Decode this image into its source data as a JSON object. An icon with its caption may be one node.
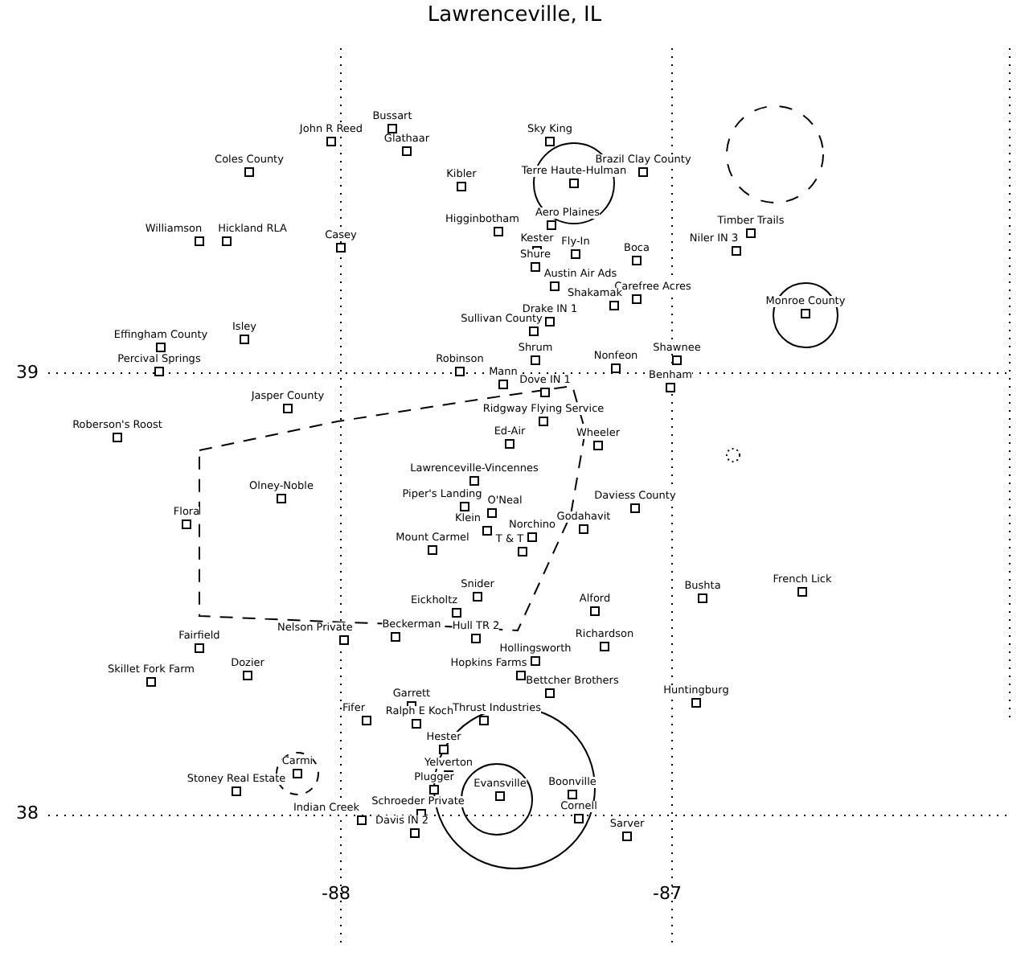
{
  "diagram": {
    "title": "Lawrenceville, IL",
    "labels": [
      "Bussart",
      "John R Reed",
      "Sky King",
      "Glathaar",
      "Coles County",
      "Brazil Clay County",
      "Terre Haute-Hulman",
      "Kibler",
      "Aero Plaines",
      "Timber Trails",
      "Higginbotham",
      "Williamson",
      "Hickland RLA",
      "Niler IN 3",
      "Casey",
      "Kester",
      "Fly-In",
      "Boca",
      "Shure",
      "Austin Air Ads",
      "Carefree Acres",
      "Shakamak",
      "Monroe County",
      "Drake IN 1",
      "Sullivan County",
      "Isley",
      "Effingham County",
      "Shrum",
      "Shawnee",
      "Nonfeon",
      "Percival Springs",
      "Robinson",
      "Mann",
      "Benham",
      "Dove IN 1",
      "Jasper County",
      "Ridgway Flying Service",
      "Roberson's Roost",
      "Ed-Air",
      "Wheeler",
      "Lawrenceville-Vincennes",
      "Olney-Noble",
      "Piper's Landing",
      "Daviess County",
      "O'Neal",
      "Flora",
      "Godahavit",
      "Klein",
      "Norchino",
      "T & T",
      "Mount Carmel",
      "Snider",
      "French Lick",
      "Bushta",
      "Alford",
      "Eickholtz",
      "Beckerman",
      "Hull TR 2",
      "Nelson Private",
      "Richardson",
      "Fairfield",
      "Hollingsworth",
      "Hopkins Farms",
      "Dozier",
      "Skillet Fork Farm",
      "Bettcher Brothers",
      "Huntingburg",
      "Garrett",
      "Fifer",
      "Ralph E Koch",
      "Thrust Industries",
      "Hester",
      "Yelverton",
      "Carmi",
      "Stoney Real Estate",
      "Evansville",
      "Boonville",
      "Plugger",
      "Schroeder Private",
      "Cornell",
      "Indian Creek",
      "Davis IN 2",
      "Sarver",
      "39",
      "38",
      "-88",
      "-87"
    ]
  }
}
